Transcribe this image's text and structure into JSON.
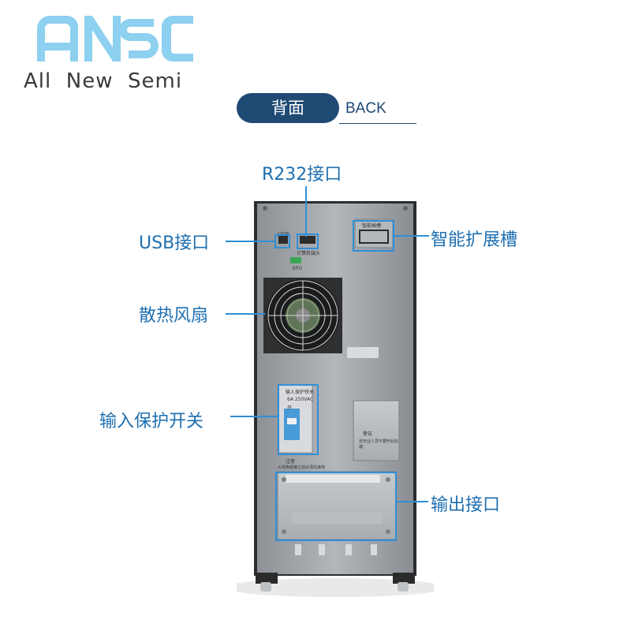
{
  "brand": {
    "logo_text": "ANSC",
    "tagline": "All  New  Semi"
  },
  "header": {
    "title_cn": "背面",
    "title_en": "BACK"
  },
  "callouts": {
    "r232": "R232接口",
    "usb": "USB接口",
    "smart_slot": "智能扩展槽",
    "fan": "散热风扇",
    "input_protect": "输入保护开关",
    "output": "输出接口"
  },
  "device_labels": {
    "usb_small": "USB",
    "pc_port": "计算机端头",
    "smart_slot_small": "智能插槽",
    "epo": "EPO",
    "input_breaker": "输入保护铁关",
    "breaker_rating": "6A 250VAC",
    "breaker_sub": "开",
    "warning_tag": "警告",
    "warning_text": "非专业人员不要开此处端",
    "caution_title": "注意",
    "caution_text": "火线电缆接之前必须先接地"
  },
  "colors": {
    "accent": "#2f8fd6",
    "title_bg": "#1e4a73",
    "callout_text": "#1e6fb0",
    "logo": "#8ed0ef"
  }
}
